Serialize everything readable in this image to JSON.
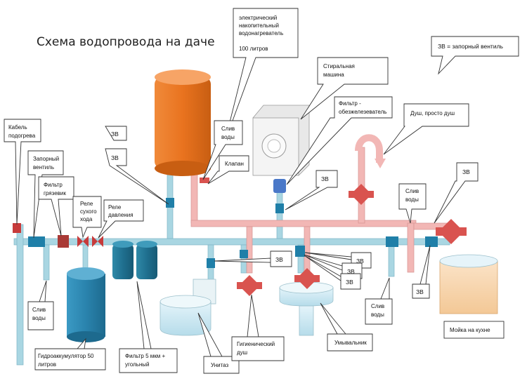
{
  "title": "Схема водопровода  на даче",
  "legend_note": "ЗВ = запорный вентиль",
  "labels": {
    "heater_1": "электрический",
    "heater_2": "накопительный",
    "heater_3": "водонагреватель",
    "heater_4": "100 литров",
    "washer_1": "Стиральная",
    "washer_2": "машина",
    "filter_iron_1": "Фильтр -",
    "filter_iron_2": "обезжелезеватель",
    "shower": "Душ, просто душ",
    "drain_heater_1": "Слив",
    "drain_heater_2": "воды",
    "valve_klapan": "Клапан",
    "cable_1": "Кабель",
    "cable_2": "подогрева",
    "shutoff_1": "Запорный",
    "shutoff_2": "вентиль",
    "filter_mud_1": "Фильтр",
    "filter_mud_2": "грязевик",
    "relay_dry_1": "Реле",
    "relay_dry_2": "сухого",
    "relay_dry_3": "хода",
    "relay_pressure_1": "Реле",
    "relay_pressure_2": "давления",
    "zv": "ЗВ",
    "drain_left_1": "Слив",
    "drain_left_2": "воды",
    "accumulator_1": "Гидроаккумулятор 50",
    "accumulator_2": "литров",
    "filter5_1": "Фильтр 5 мкм +",
    "filter5_2": "угольный",
    "toilet": "Унитаз",
    "hygiene_1": "Гигиенический",
    "hygiene_2": "душ",
    "sink": "Умывальник",
    "drain_mid_1": "Слив",
    "drain_mid_2": "воды",
    "drain_right_1": "Слив",
    "drain_right_2": "воды",
    "kitchen": "Мойка на кухне"
  },
  "colors": {
    "cold_pipe": "#a9d6e2",
    "hot_pipe": "#f2b7b5",
    "heater": "#ef7d2c",
    "valve_blue": "#1f7fa8",
    "faucet_red": "#d9534f",
    "accumulator": "#2a86b4",
    "filter": "#1f6f8f"
  }
}
